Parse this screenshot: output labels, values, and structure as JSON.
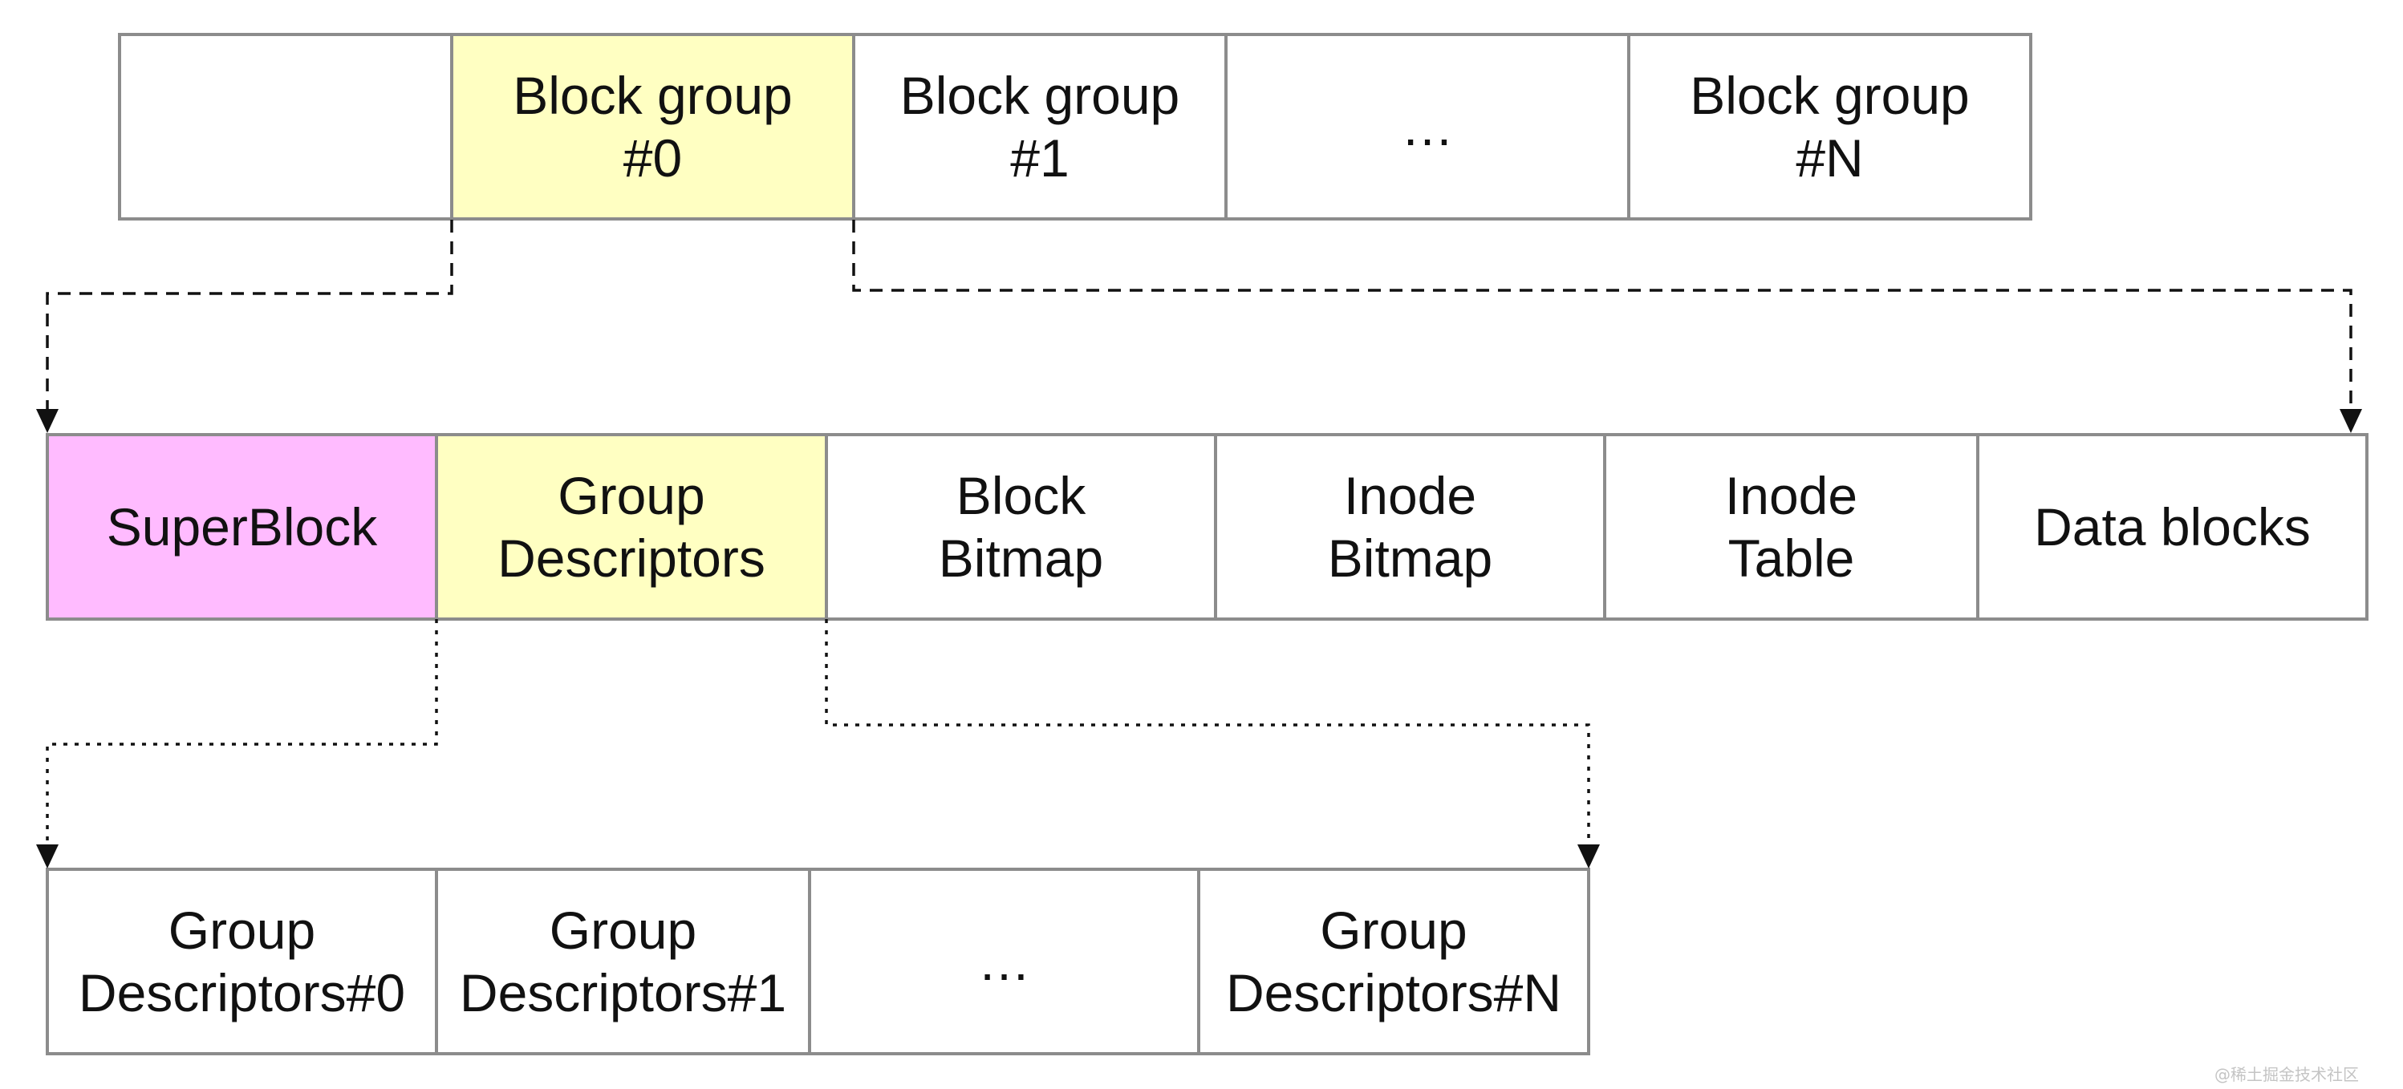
{
  "colors": {
    "highlight_yellow": "#FFFFC2",
    "superblock_pink": "#FFBBFF",
    "default_fill": "#FFFFFF",
    "border": "#8C8C8C",
    "line": "#111111"
  },
  "block_groups_row": {
    "cells": [
      {
        "name": "boot-block-cell",
        "lines": [],
        "fill": "#FFFFFF"
      },
      {
        "name": "block-group-0-cell",
        "lines": [
          "Block group",
          "#0"
        ],
        "fill": "#FFFFC2"
      },
      {
        "name": "block-group-1-cell",
        "lines": [
          "Block group",
          "#1"
        ],
        "fill": "#FFFFFF"
      },
      {
        "name": "block-group-ellipsis-cell",
        "lines": [
          "…"
        ],
        "fill": "#FFFFFF"
      },
      {
        "name": "block-group-n-cell",
        "lines": [
          "Block group",
          "#N"
        ],
        "fill": "#FFFFFF"
      }
    ]
  },
  "block_group_layout_row": {
    "cells": [
      {
        "name": "superblock-cell",
        "lines": [
          "SuperBlock"
        ],
        "fill": "#FFBBFF"
      },
      {
        "name": "group-descriptors-cell",
        "lines": [
          "Group",
          "Descriptors"
        ],
        "fill": "#FFFFC2"
      },
      {
        "name": "block-bitmap-cell",
        "lines": [
          "Block",
          "Bitmap"
        ],
        "fill": "#FFFFFF"
      },
      {
        "name": "inode-bitmap-cell",
        "lines": [
          "Inode",
          "Bitmap"
        ],
        "fill": "#FFFFFF"
      },
      {
        "name": "inode-table-cell",
        "lines": [
          "Inode",
          "Table"
        ],
        "fill": "#FFFFFF"
      },
      {
        "name": "data-blocks-cell",
        "lines": [
          "Data blocks"
        ],
        "fill": "#FFFFFF"
      }
    ]
  },
  "group_descriptors_row": {
    "cells": [
      {
        "name": "group-descriptor-0-cell",
        "lines": [
          "Group",
          "Descriptors#0"
        ],
        "fill": "#FFFFFF"
      },
      {
        "name": "group-descriptor-1-cell",
        "lines": [
          "Group",
          "Descriptors#1"
        ],
        "fill": "#FFFFFF"
      },
      {
        "name": "group-descriptor-ellipsis-cell",
        "lines": [
          "…"
        ],
        "fill": "#FFFFFF"
      },
      {
        "name": "group-descriptor-n-cell",
        "lines": [
          "Group",
          "Descriptors#N"
        ],
        "fill": "#FFFFFF"
      }
    ]
  },
  "watermark": "@稀土掘金技术社区"
}
